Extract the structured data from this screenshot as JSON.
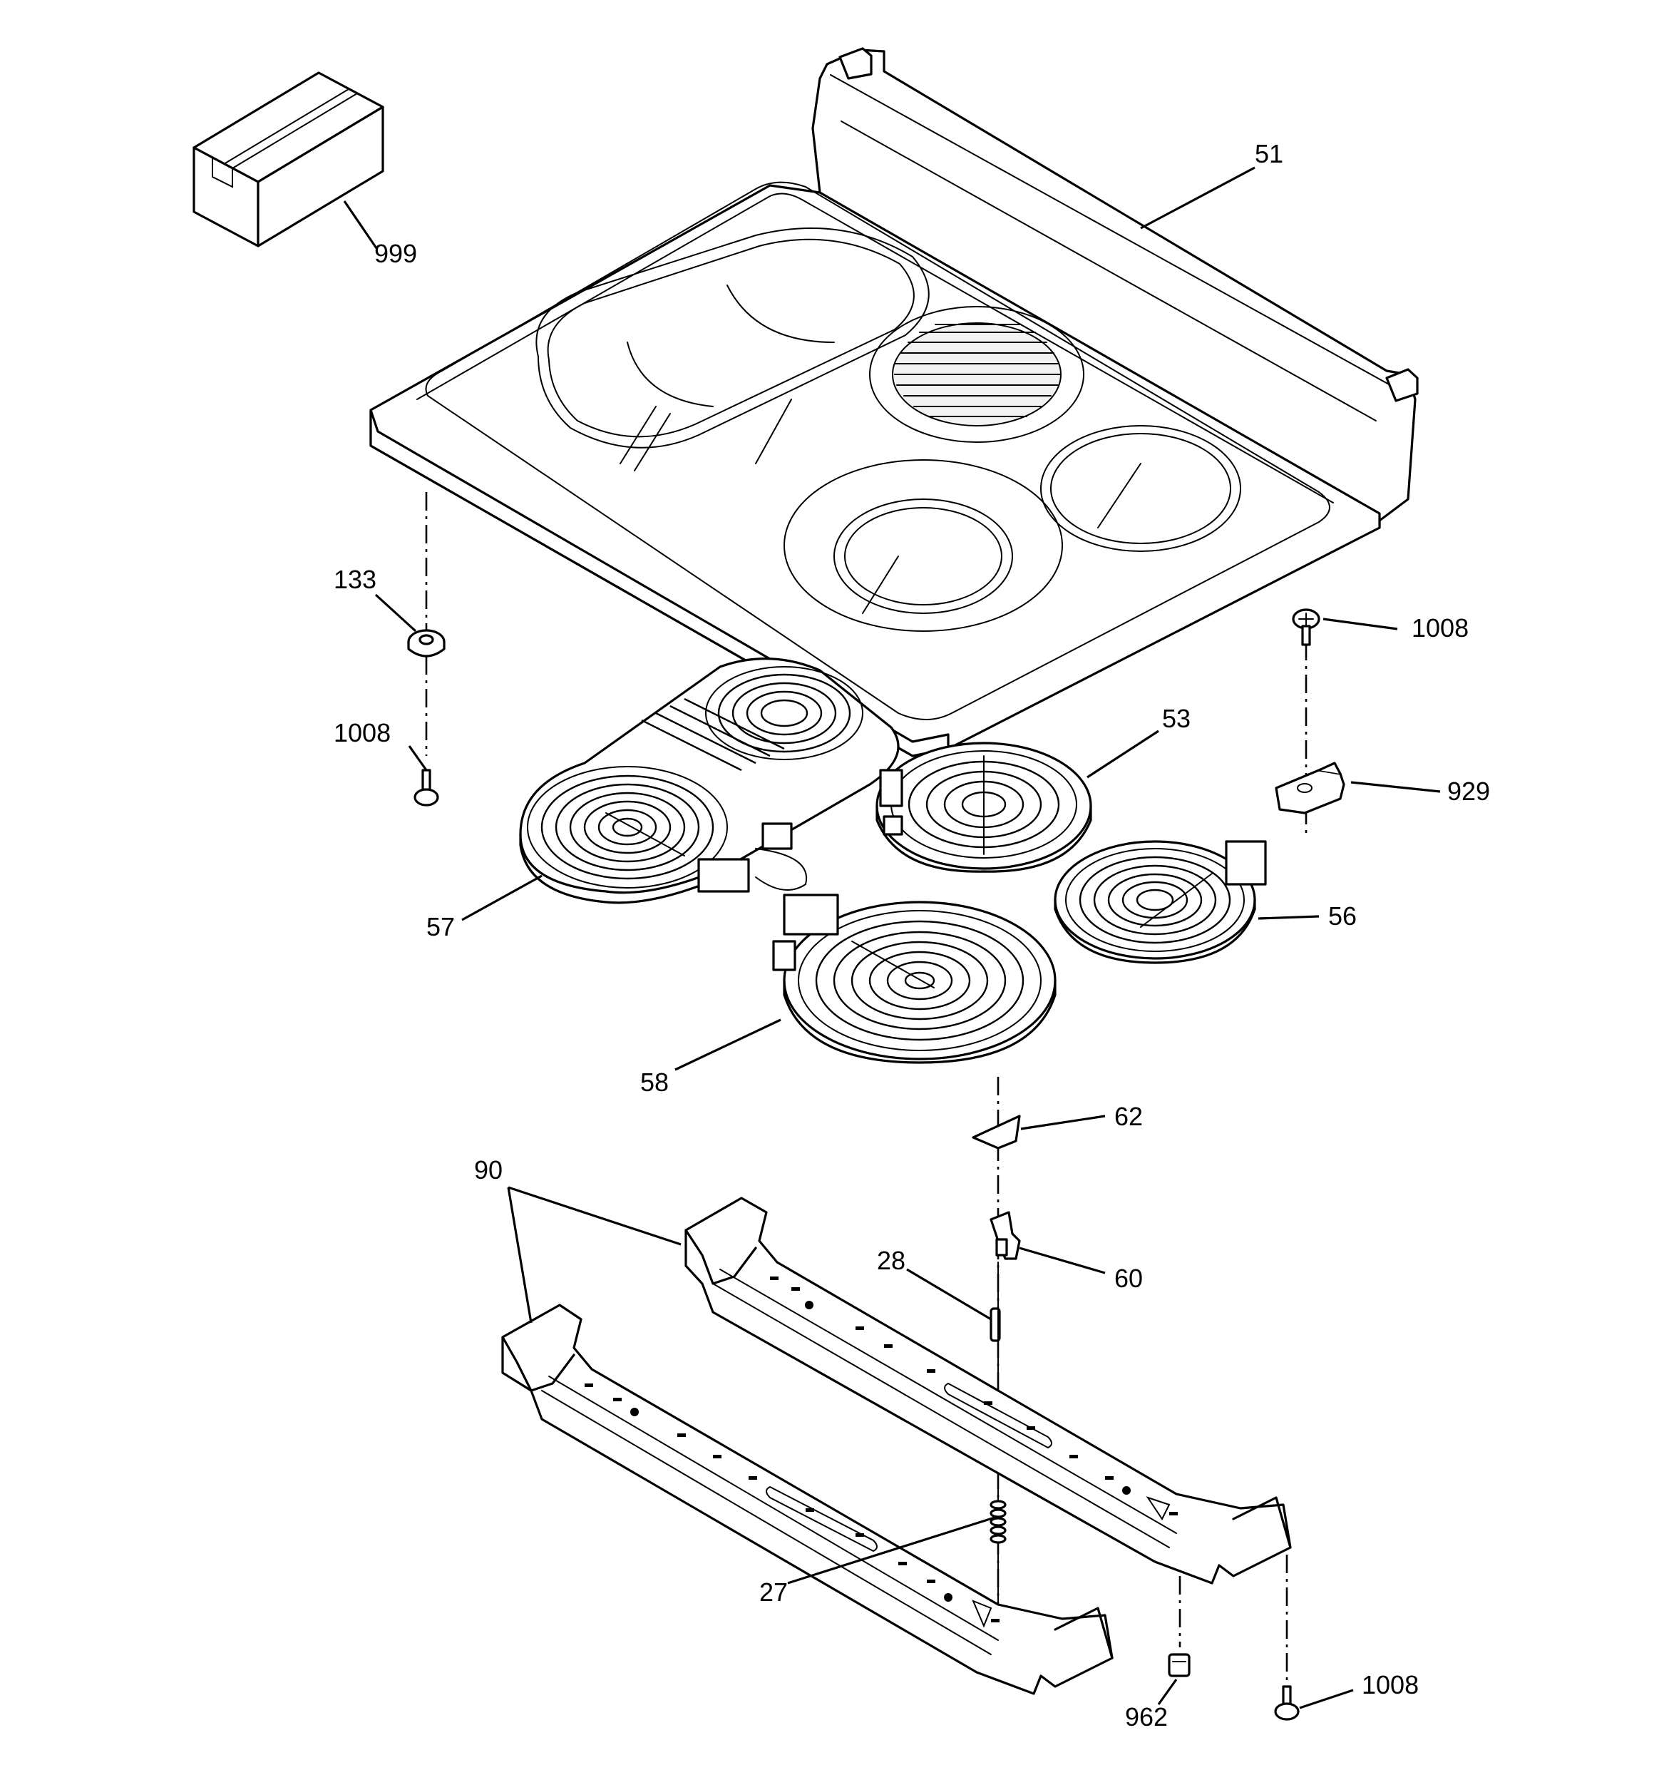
{
  "callouts": {
    "c51": "51",
    "c999": "999",
    "c133": "133",
    "c1008a": "1008",
    "c1008b": "1008",
    "c1008c": "1008",
    "c53": "53",
    "c929": "929",
    "c57": "57",
    "c56": "56",
    "c58": "58",
    "c62": "62",
    "c90": "90",
    "c28": "28",
    "c60": "60",
    "c27": "27",
    "c962": "962"
  },
  "icons": [
    "package-icon",
    "cooktop-glass-icon",
    "surface-unit-icon",
    "bracket-icon",
    "screw-icon",
    "nut-icon",
    "clip-icon"
  ]
}
